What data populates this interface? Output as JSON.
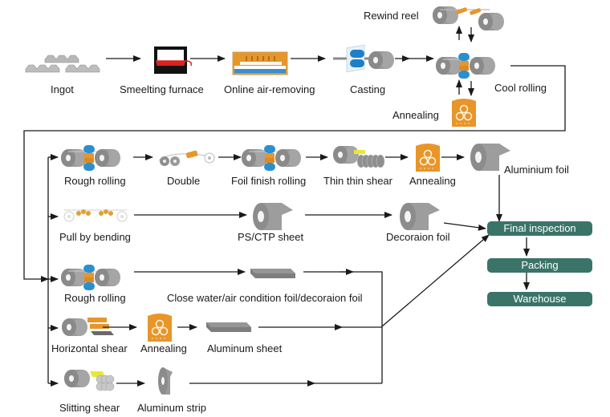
{
  "diagram": {
    "title": "Aluminium processing flow",
    "main_line": {
      "ingot": "Ingot",
      "smelting_furnace": "Smeelting furnace",
      "online_air_removing": "Online air-removing",
      "casting": "Casting",
      "cool_rolling": "Cool rolling",
      "rewind_reel": "Rewind reel",
      "annealing": "Annealing"
    },
    "foil_line": {
      "rough_rolling": "Rough rolling",
      "double": "Double",
      "foil_finish_rolling": "Foil finish rolling",
      "thin_thin_shear": "Thin thin shear",
      "annealing": "Annealing",
      "aluminium_foil": "Aluminium foil"
    },
    "bending_line": {
      "pull_by_bending": "Pull by bending",
      "ps_ctp_sheet": "PS/CTP sheet",
      "decoration_foil": "Decoraion foil"
    },
    "rough_line": {
      "rough_rolling": "Rough rolling",
      "close_water": "Close water/air condition foil/decoraion foil"
    },
    "shear_line": {
      "horizontal_shear": "Horizontal shear",
      "annealing": "Annealing",
      "aluminum_sheet": "Aluminum sheet"
    },
    "slitting_line": {
      "slitting_shear": "Slitting shear",
      "aluminum_strip": "Aluminum strip"
    },
    "final_steps": [
      "Final inspection",
      "Packing",
      "Warehouse"
    ],
    "colors": {
      "teal_box": "#3a7468",
      "roller_blue": "#2a8fd0",
      "annealing_orange": "#e8952a",
      "coil_gray": "#9a9a9a",
      "furnace_red": "#d8231e",
      "line": "#222222"
    }
  }
}
